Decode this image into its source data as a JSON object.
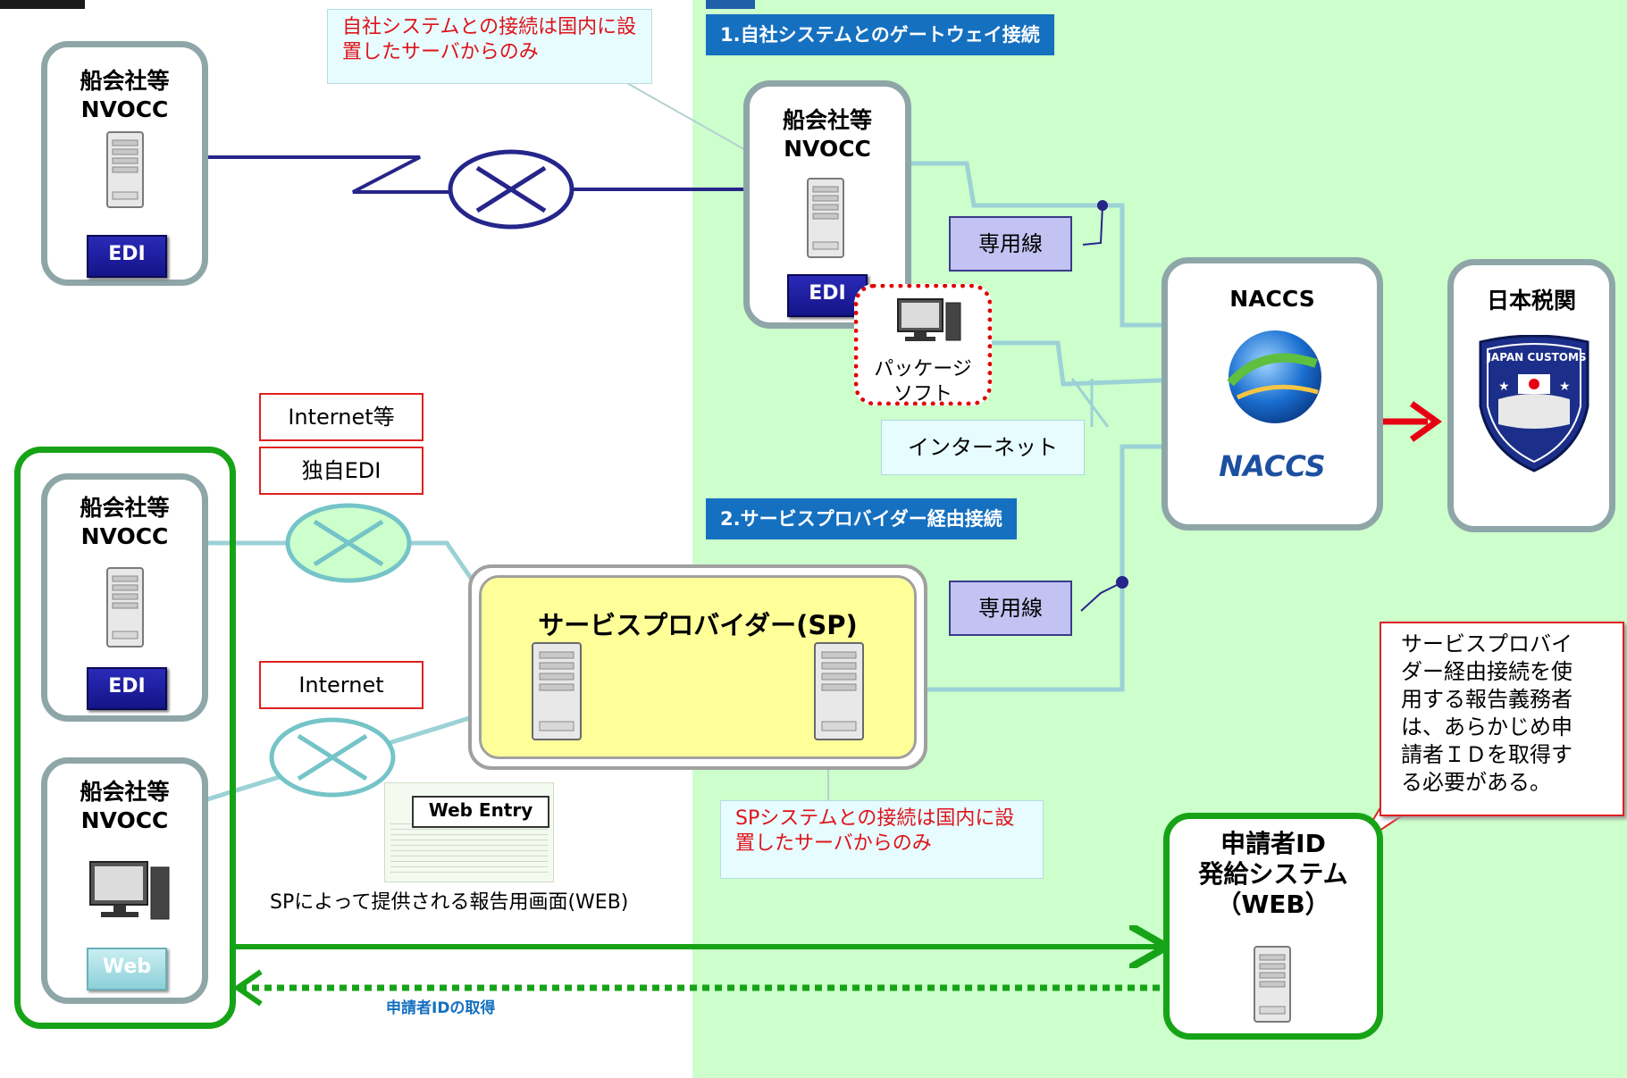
{
  "banners": {
    "gateway": "1.自社システムとのゲートウェイ接続",
    "sp": "2.サービスプロバイダー経由接続"
  },
  "notes": {
    "domestic_server": "自社システムとの接続は国内に設置したサーバからのみ",
    "sp_domestic_server": "SPシステムとの接続は国内に設置したサーバからのみ"
  },
  "nodes": {
    "carrier_top_left": {
      "line1": "船会社等",
      "line2": "NVOCC",
      "badge": "EDI"
    },
    "carrier_gateway": {
      "line1": "船会社等",
      "line2": "NVOCC",
      "badge": "EDI"
    },
    "carrier_edi": {
      "line1": "船会社等",
      "line2": "NVOCC",
      "badge": "EDI"
    },
    "carrier_web": {
      "line1": "船会社等",
      "line2": "NVOCC",
      "badge": "Web"
    },
    "naccs": {
      "title": "NACCS",
      "logo_text": "NACCS"
    },
    "customs": {
      "title": "日本税関",
      "logo_text": "JAPAN CUSTOMS"
    },
    "service_provider": {
      "title": "サービスプロバイダー(SP)"
    },
    "applicant_system": {
      "line1": "申請者ID",
      "line2": "発給システム",
      "line3": "（WEB）"
    },
    "package_software": {
      "line1": "パッケージ",
      "line2": "ソフト"
    }
  },
  "labels": {
    "dedicated_line_1": "専用線",
    "dedicated_line_2": "専用線",
    "internet_jp": "インターネット",
    "internet_etc": "Internet等",
    "proprietary_edi": "独自EDI",
    "internet": "Internet",
    "web_entry": "Web Entry",
    "sp_report_screen": "SPによって提供される報告用画面(WEB)",
    "applicant_id_obtain": "申請者IDの取得"
  },
  "callout": "サービスプロバイダー経由接続を使用する報告義務者は、あらかじめ申請者ＩＤを取得する必要がある。",
  "colors": {
    "green_area": "#ccffcc",
    "gray_border": "#8fa6a8",
    "green_border": "#17a317",
    "navy_line": "#25258a",
    "teal_line": "#9cd2d6",
    "red_arrow": "#e60012",
    "banner_blue": "#1570c0"
  }
}
